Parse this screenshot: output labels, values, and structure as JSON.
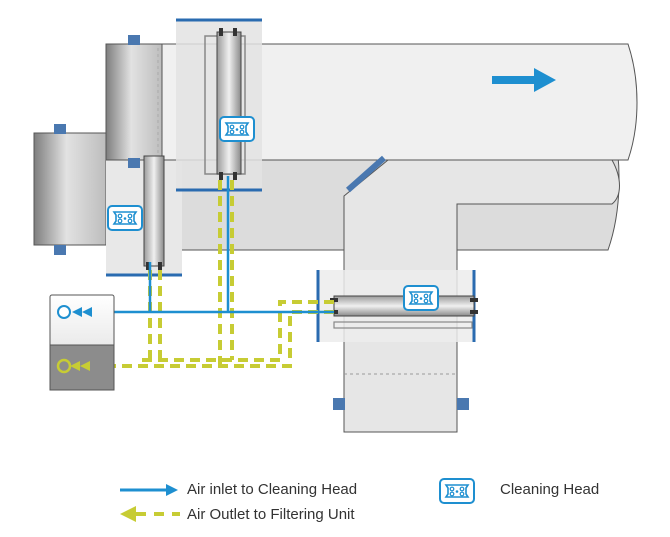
{
  "legend": {
    "air_inlet_label": "Air inlet to Cleaning Head",
    "air_outlet_label": "Air Outlet to Filtering Unit",
    "cleaning_head_label": "Cleaning Head"
  },
  "colors": {
    "air_inlet": "#1e8fd0",
    "air_outlet": "#c7cc34",
    "cleaning_head": "#1e8fd0",
    "mount_block": "#4a78b0",
    "frame_edge": "#2a6bb0"
  },
  "icons": {
    "flow_arrow": "right-arrow-icon",
    "cleaning_head": "cleaning-head-icon"
  }
}
